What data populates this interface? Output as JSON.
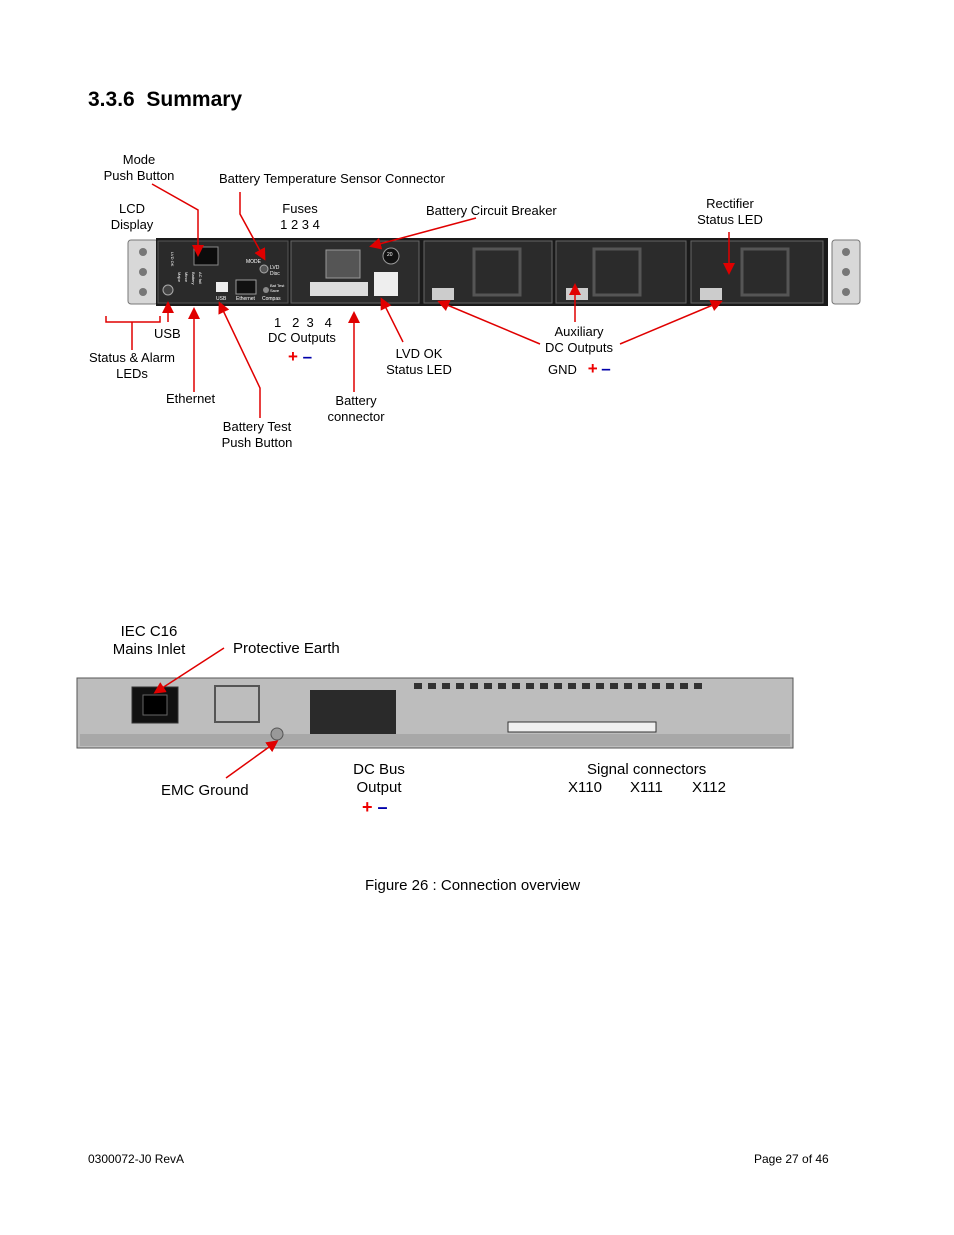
{
  "section": {
    "number": "3.3.6",
    "title": "Summary"
  },
  "front_labels": {
    "mode": [
      "Mode",
      "Push Button"
    ],
    "battery_temp": "Battery Temperature Sensor Connector",
    "lcd": [
      "LCD",
      "Display"
    ],
    "fuses": [
      "Fuses",
      "1 2 3 4"
    ],
    "battery_breaker": "Battery Circuit Breaker",
    "rectifier_led": [
      "Rectifier",
      "Status LED"
    ],
    "usb": "USB",
    "status_alarm": [
      "Status & Alarm",
      "LEDs"
    ],
    "ethernet": "Ethernet",
    "battery_test": [
      "Battery Test",
      "Push Button"
    ],
    "dc_outputs_nums": "1   2  3   4",
    "dc_outputs": "DC Outputs",
    "battery_connector": [
      "Battery",
      "connector"
    ],
    "lvd_ok": [
      "LVD OK",
      "Status LED"
    ],
    "aux": [
      "Auxiliary",
      "DC Outputs"
    ],
    "gnd": "GND",
    "plus": "+",
    "minus": "–"
  },
  "front_panel_print": {
    "lvd_disc": "LVD\nDisc",
    "mode": "MODE",
    "usb": "USB",
    "ethernet": "Ethernet",
    "compas": "Compas",
    "bat_test": "Bat Test\nSave",
    "breaker_value": "20",
    "led_labels": [
      "LVD OK",
      "Major",
      "Minor",
      "Battery",
      "AC fail"
    ]
  },
  "rear_labels": {
    "iec": [
      "IEC C16",
      "Mains Inlet"
    ],
    "pe": "Protective Earth",
    "emc": "EMC Ground",
    "dcbus": [
      "DC Bus",
      "Output"
    ],
    "signal": "Signal connectors",
    "x110": "X110",
    "x111": "X111",
    "x112": "X112"
  },
  "caption": "Figure 26 : Connection overview",
  "footer": {
    "doc_id": "0300072-J0 RevA",
    "page": "Page 27 of 46"
  },
  "colors": {
    "arrow": "#e00000",
    "plus": "#e00000",
    "minus": "#0000aa"
  }
}
